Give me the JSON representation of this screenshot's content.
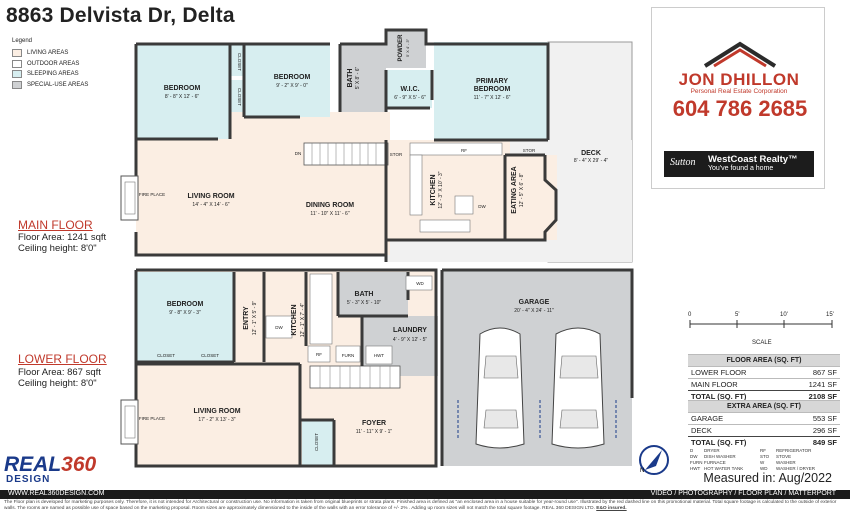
{
  "title": "8863 Delvista Dr, Delta",
  "legend": {
    "title": "Legend",
    "items": [
      {
        "label": "LIVING AREAS",
        "color": "#fbeee3"
      },
      {
        "label": "OUTDOOR AREAS",
        "color": "#ffffff"
      },
      {
        "label": "SLEEPING AREAS",
        "color": "#d7eef0"
      },
      {
        "label": "SPECIAL-USE AREAS",
        "color": "#cfd1d3"
      }
    ]
  },
  "main_floor": {
    "heading": "MAIN FLOOR",
    "area": "Floor Area: 1241 sqft",
    "ceiling": "Ceiling height: 8'0\""
  },
  "lower_floor": {
    "heading": "LOWER FLOOR",
    "area": "Floor Area: 867 sqft",
    "ceiling": "Ceiling height: 8'0\""
  },
  "rooms_main": {
    "bedroom1": {
      "name": "BEDROOM",
      "dim": "8' - 8\" X 12' - 6\""
    },
    "bedroom2": {
      "name": "BEDROOM",
      "dim": "9' - 2\" X 9' - 0\""
    },
    "bath": {
      "name": "BATH",
      "dim": "5' X 8' - 6\""
    },
    "powder": {
      "name": "POWDER",
      "dim": "5' X 4' - 3\""
    },
    "wic": {
      "name": "W.I.C.",
      "dim": "6' - 9\" X 5' - 6\""
    },
    "primary": {
      "name": "PRIMARY",
      "name2": "BEDROOM",
      "dim": "11' - 7\" X 12' - 6\""
    },
    "living": {
      "name": "LIVING ROOM",
      "dim": "14' - 4\" X 14' - 6\""
    },
    "dining": {
      "name": "DINING ROOM",
      "dim": "11' - 10\" X 11' - 6\""
    },
    "kitchen": {
      "name": "KITCHEN",
      "dim": "12' - 3\" X 10' - 3\""
    },
    "eating": {
      "name": "EATING AREA",
      "dim": "12' - 5\" X 6' - 8\""
    },
    "deck": {
      "name": "DECK",
      "dim": "8' - 4\" X 29' - 4\""
    }
  },
  "rooms_lower": {
    "bedroom": {
      "name": "BEDROOM",
      "dim": "9' - 8\" X 9' - 3\""
    },
    "entry": {
      "name": "ENTRY",
      "dim": "12' - 1\" X 5' - 9\""
    },
    "kitchen": {
      "name": "KITCHEN",
      "dim": "12' - 1\" X 7' - 4\""
    },
    "bath": {
      "name": "BATH",
      "dim": "5' - 3\" X 5' - 10\""
    },
    "laundry": {
      "name": "LAUNDRY",
      "dim": "4' - 9\" X 12' - 5\""
    },
    "garage": {
      "name": "GARAGE",
      "dim": "20' - 4\" X 24' - 11\""
    },
    "living": {
      "name": "LIVING ROOM",
      "dim": "17' - 2\" X 13' - 3\""
    },
    "foyer": {
      "name": "FOYER",
      "dim": "11' - 11\" X 9' - 1\""
    }
  },
  "fixtures": {
    "closet": "CLOSET",
    "fireplace": "FIRE PLACE",
    "dn": "DN",
    "stor": "STOR",
    "rf": "RF",
    "dw": "DW",
    "wd": "WD",
    "furn": "FURN",
    "hwt": "HWT"
  },
  "agent": {
    "name": "JON DHILLON",
    "subtitle": "Personal Real Estate Corporation",
    "phone": "604 786 2685",
    "brokerage_logo": "Sutton",
    "brokerage": "WestCoast Realty™",
    "tagline": "You've found a home"
  },
  "scale": {
    "ticks": [
      "0",
      "5'",
      "10'",
      "15'"
    ],
    "label": "SCALE"
  },
  "floor_area_table": {
    "header": "FLOOR AREA (SQ. FT)",
    "rows": [
      {
        "label": "LOWER FLOOR",
        "value": "867 SF"
      },
      {
        "label": "MAIN FLOOR",
        "value": "1241 SF"
      }
    ],
    "total_label": "TOTAL (SQ. FT)",
    "total_value": "2108 SF"
  },
  "extra_area_table": {
    "header": "EXTRA AREA (SQ. FT)",
    "rows": [
      {
        "label": "GARAGE",
        "value": "553 SF"
      },
      {
        "label": "DECK",
        "value": "296 SF"
      }
    ],
    "total_label": "TOTAL (SQ. FT)",
    "total_value": "849 SF"
  },
  "abbreviations": [
    [
      "D",
      "DRYER",
      "RF",
      "REFRIGERATOR"
    ],
    [
      "DW",
      "DISH WASHER",
      "STO",
      "STOVE"
    ],
    [
      "FURN",
      "FURNACE",
      "W",
      "WASHER"
    ],
    [
      "HWT",
      "HOT WATER TANK",
      "WD",
      "WASHER / DRYER"
    ]
  ],
  "measured": "Measured in: Aug/2022",
  "footer_left": "WWW.REAL360DESIGN.COM",
  "footer_right": "VIDEO / PHOTOGRAPHY / FLOOR PLAN / MATTERPORT",
  "disclaimer": "The Floor plan is developed for marketing purposes only. Therefore, it is not intended for Architectural or construction use. No information is taken from original blueprints or strata plans. Finished area is defined as \"an enclosed area in a house suitable for year-round use\". Illustrated by the red dashed line on this promotional material. Total square footage is calculated to the outside of exterior walls. The rooms are named as possible use of space based on the marketing proposal. Room sizes are approximately dimensioned to the inside of the walls with an error tolerance of +/- 2% . Adding up room sizes will not match the total square footage. REAL 360 DESIGN LTD.",
  "disclaimer_tail": "E&O insured.",
  "logo": {
    "part1": "REAL",
    "part2": "360",
    "part3": "DESIGN"
  },
  "compass": "N"
}
